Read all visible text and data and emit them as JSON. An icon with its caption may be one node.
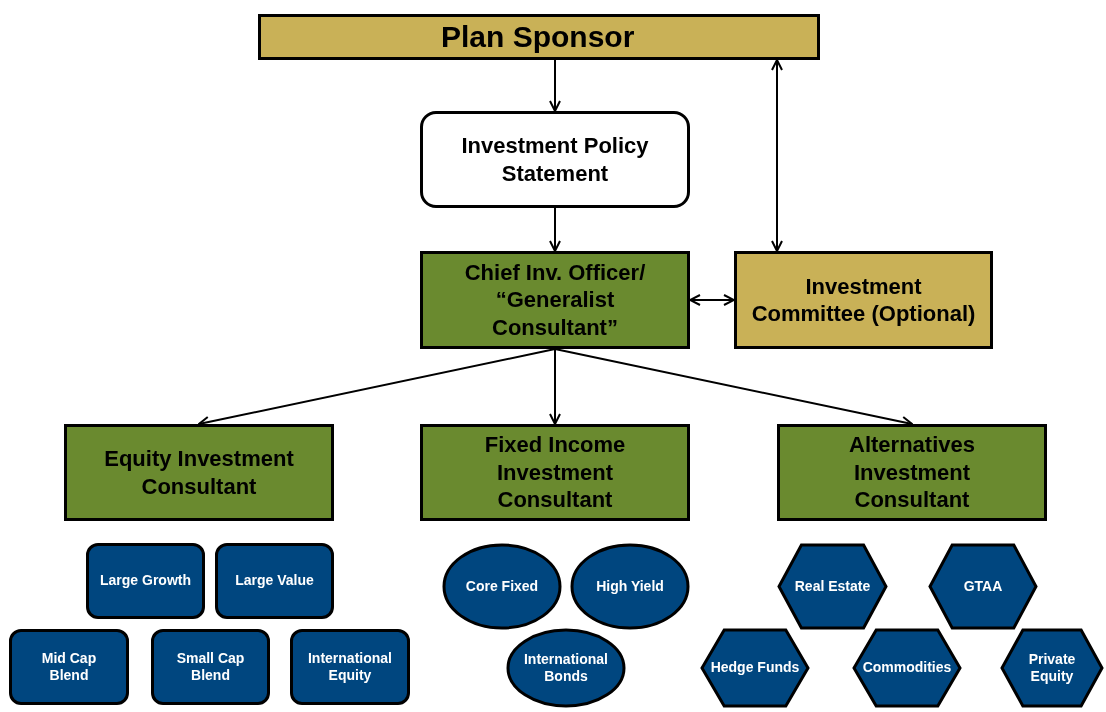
{
  "diagram": {
    "nodes": [
      {
        "text": [
          "Plan Sponsor"
        ]
      },
      {
        "text": [
          "Investment Policy Statement"
        ]
      },
      {
        "text": [
          "Chief Inv. Officer/ “Generalist Consultant”"
        ]
      },
      {
        "text": [
          "Investment Committee (Optional)"
        ]
      },
      {
        "text": [
          "Equity Investment Consultant"
        ]
      },
      {
        "text": [
          "Fixed Income Investment Consultant"
        ]
      },
      {
        "text": [
          "Alternatives Investment Consultant"
        ]
      },
      {
        "text": [
          "Large Growth"
        ]
      },
      {
        "text": [
          "Large Value"
        ]
      },
      {
        "text": [
          "Mid Cap Blend"
        ]
      },
      {
        "text": [
          "Small Cap Blend"
        ]
      },
      {
        "text": [
          "International Equity"
        ]
      },
      {
        "text": [
          "Core Fixed"
        ]
      },
      {
        "text": [
          "High Yield"
        ]
      },
      {
        "text": [
          "International Bonds"
        ]
      },
      {
        "text": [
          "Real Estate"
        ]
      },
      {
        "text": [
          "GTAA"
        ]
      },
      {
        "text": [
          "Hedge Funds"
        ]
      },
      {
        "text": [
          "Commodities"
        ]
      },
      {
        "text": [
          "Private Equity"
        ]
      }
    ],
    "edges": [
      {
        "from": 0,
        "to": 1,
        "arrow": "to"
      },
      {
        "from": 1,
        "to": 2,
        "arrow": "to"
      },
      {
        "from": 0,
        "to": 3,
        "arrow": "both"
      },
      {
        "from": 2,
        "to": 3,
        "arrow": "both"
      },
      {
        "from": 2,
        "to": 4,
        "arrow": "to"
      },
      {
        "from": 2,
        "to": 5,
        "arrow": "to"
      },
      {
        "from": 2,
        "to": 6,
        "arrow": "to"
      }
    ]
  }
}
